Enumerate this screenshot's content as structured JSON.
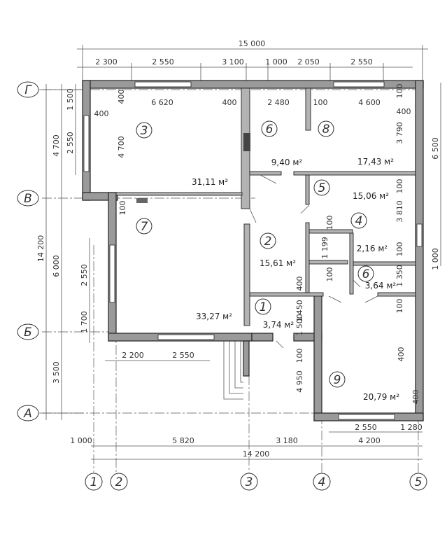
{
  "axes": {
    "letters": [
      "Г",
      "В",
      "Б",
      "А"
    ],
    "numbers": [
      "1",
      "2",
      "3",
      "4",
      "5"
    ]
  },
  "dims": {
    "top_total": "15 000",
    "top_segments": [
      "2 300",
      "2 550",
      "3 100",
      "1 000",
      "2 050",
      "2 550"
    ],
    "top_inner": [
      "6 620",
      "400",
      "2 480",
      "100",
      "4 600"
    ],
    "bottom_segments": [
      "1 000",
      "5 820",
      "3 180",
      "4 200"
    ],
    "bottom_total": "14 200",
    "bottom_upper": [
      "2 550",
      "1 280"
    ],
    "mid_lower": [
      "2 200",
      "2 550"
    ],
    "left_total": "14 200",
    "left_segments": [
      "4 700",
      "6 000",
      "3 500"
    ],
    "left_upper": [
      "1 500",
      "2 550"
    ],
    "left_middle": [
      "2 550",
      "1 700"
    ],
    "right_segments": [
      "6 500",
      "1 000"
    ],
    "inner_labels": [
      "400",
      "400",
      "400",
      "4 700",
      "100",
      "3 790",
      "100",
      "3 810",
      "100",
      "1 199",
      "100",
      "100",
      "1 350",
      "100",
      "1 450",
      "400",
      "1 500",
      "100",
      "4 950",
      "400",
      "400",
      "100"
    ]
  },
  "rooms": [
    {
      "num": "3",
      "area": "31,11 м²"
    },
    {
      "num": "6",
      "area": "9,40 м²"
    },
    {
      "num": "8",
      "area": "17,43 м²"
    },
    {
      "num": "5",
      "area": "15,06 м²"
    },
    {
      "num": "7",
      "area": "33,27 м²"
    },
    {
      "num": "2",
      "area": "15,61 м²"
    },
    {
      "num": "4",
      "area": "2,16 м²"
    },
    {
      "num": "6",
      "area": "3,64 м²"
    },
    {
      "num": "1",
      "area": "3,74 м²"
    },
    {
      "num": "9",
      "area": "20,79 м²"
    }
  ]
}
